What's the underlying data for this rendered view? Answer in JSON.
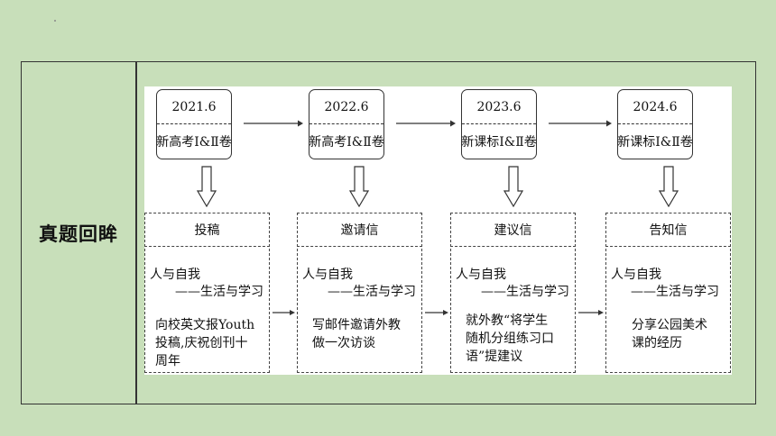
{
  "side_title": "真题回眸",
  "years": [
    {
      "year": "2021.6",
      "paper": "新高考Ⅰ&Ⅱ卷"
    },
    {
      "year": "2022.6",
      "paper": "新高考Ⅰ&Ⅱ卷"
    },
    {
      "year": "2023.6",
      "paper": "新课标Ⅰ&Ⅱ卷"
    },
    {
      "year": "2024.6",
      "paper": "新课标Ⅰ&Ⅱ卷"
    }
  ],
  "tasks": [
    {
      "genre": "投稿",
      "theme1": "人与自我",
      "theme2": "——生活与学习",
      "task_lines": [
        "向校英文报Youth",
        "投稿,庆祝创刊十",
        "周年"
      ]
    },
    {
      "genre": "邀请信",
      "theme1": "人与自我",
      "theme2": "——生活与学习",
      "task_lines": [
        "写邮件邀请外教",
        "做一次访谈"
      ]
    },
    {
      "genre": "建议信",
      "theme1": "人与自我",
      "theme2": "——生活与学习",
      "task_lines": [
        "就外教“将学生",
        "随机分组练习口",
        "语”提建议"
      ]
    },
    {
      "genre": "告知信",
      "theme1": "人与自我",
      "theme2": "——生活与学习",
      "task_lines": [
        "分享公园美术",
        "课的经历"
      ]
    }
  ]
}
